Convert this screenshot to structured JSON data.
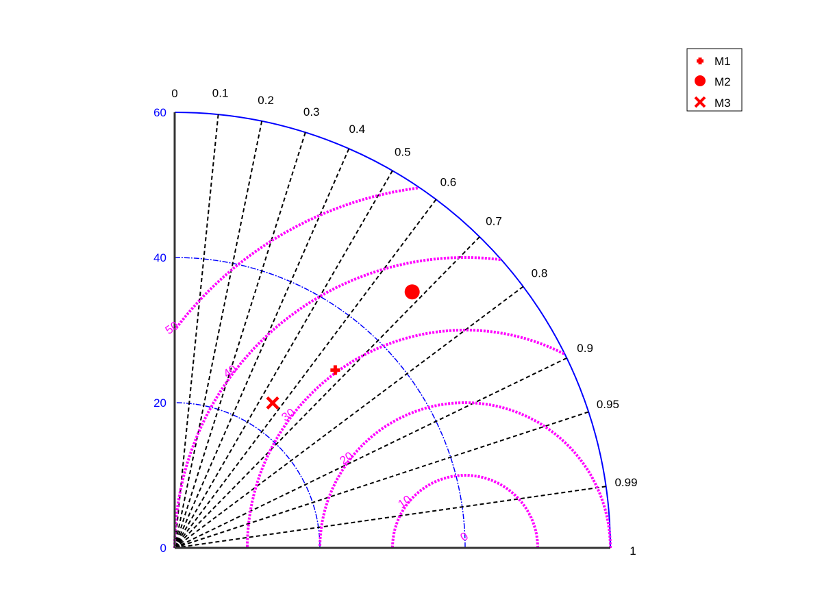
{
  "chart_data": {
    "type": "scatter",
    "subtype": "taylor-diagram",
    "title": "",
    "std_axis": {
      "ticks": [
        "0",
        "20",
        "40",
        "60"
      ],
      "tick_values": [
        0,
        20,
        40,
        60
      ],
      "max": 60,
      "color": "#0000ff"
    },
    "correlation_axis": {
      "ticks": [
        "0",
        "0.1",
        "0.2",
        "0.3",
        "0.4",
        "0.5",
        "0.6",
        "0.7",
        "0.8",
        "0.9",
        "0.95",
        "0.99",
        "1"
      ],
      "tick_values": [
        0,
        0.1,
        0.2,
        0.3,
        0.4,
        0.5,
        0.6,
        0.7,
        0.8,
        0.9,
        0.95,
        0.99,
        1
      ],
      "color": "#000000"
    },
    "rms_contours": {
      "reference_std": 40,
      "labels": [
        "0",
        "10",
        "20",
        "30",
        "40",
        "50"
      ],
      "values": [
        0,
        10,
        20,
        30,
        40,
        50
      ],
      "color": "#ff00ff"
    },
    "series": [
      {
        "name": "M1",
        "marker": "plus",
        "color": "#ff0000",
        "std": 33.0,
        "corr": 0.67
      },
      {
        "name": "M2",
        "marker": "circle",
        "color": "#ff0000",
        "std": 48.1,
        "corr": 0.68
      },
      {
        "name": "M3",
        "marker": "x",
        "color": "#ff0000",
        "std": 24.1,
        "corr": 0.56
      }
    ],
    "legend": {
      "placement": "top-right",
      "entries": [
        "M1",
        "M2",
        "M3"
      ]
    }
  }
}
